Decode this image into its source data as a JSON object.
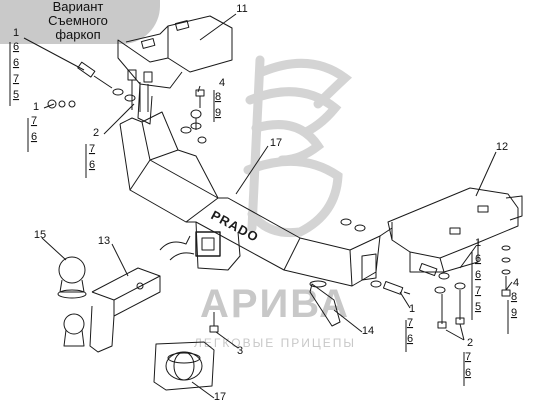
{
  "header": {
    "line1": "Вариант Съемного",
    "line2": "фаркоп"
  },
  "watermark": {
    "brand": "АРИВА",
    "subtitle": "ЛЕГКОВЫЕ ПРИЦЕПЫ"
  },
  "hitch_text": "PRADO",
  "callouts": [
    {
      "id": "c1-top",
      "num": "1",
      "stack": [
        "6",
        "6",
        "7",
        "5"
      ]
    },
    {
      "id": "c1-left",
      "num": "1",
      "stack": [
        "7",
        "6"
      ]
    },
    {
      "id": "c2-left",
      "num": "2",
      "stack": [
        "7",
        "6"
      ]
    },
    {
      "id": "c4-top",
      "num": "4",
      "stack": [
        "8",
        "9"
      ]
    },
    {
      "id": "c11",
      "num": "11",
      "stack": []
    },
    {
      "id": "c12",
      "num": "12",
      "stack": []
    },
    {
      "id": "c13",
      "num": "13",
      "stack": []
    },
    {
      "id": "c14",
      "num": "14",
      "stack": []
    },
    {
      "id": "c15",
      "num": "15",
      "stack": []
    },
    {
      "id": "c17-top",
      "num": "17",
      "stack": []
    },
    {
      "id": "c17-bottom",
      "num": "17",
      "stack": []
    },
    {
      "id": "c3",
      "num": "3",
      "stack": []
    },
    {
      "id": "c1-right",
      "num": "1",
      "stack": [
        "6",
        "6",
        "7",
        "5"
      ]
    },
    {
      "id": "c4-right",
      "num": "4",
      "stack": [
        "8",
        "9"
      ]
    },
    {
      "id": "c1-bottom",
      "num": "1",
      "stack": [
        "7",
        "6"
      ]
    },
    {
      "id": "c2-right",
      "num": "2",
      "stack": [
        "7",
        "6"
      ]
    }
  ]
}
